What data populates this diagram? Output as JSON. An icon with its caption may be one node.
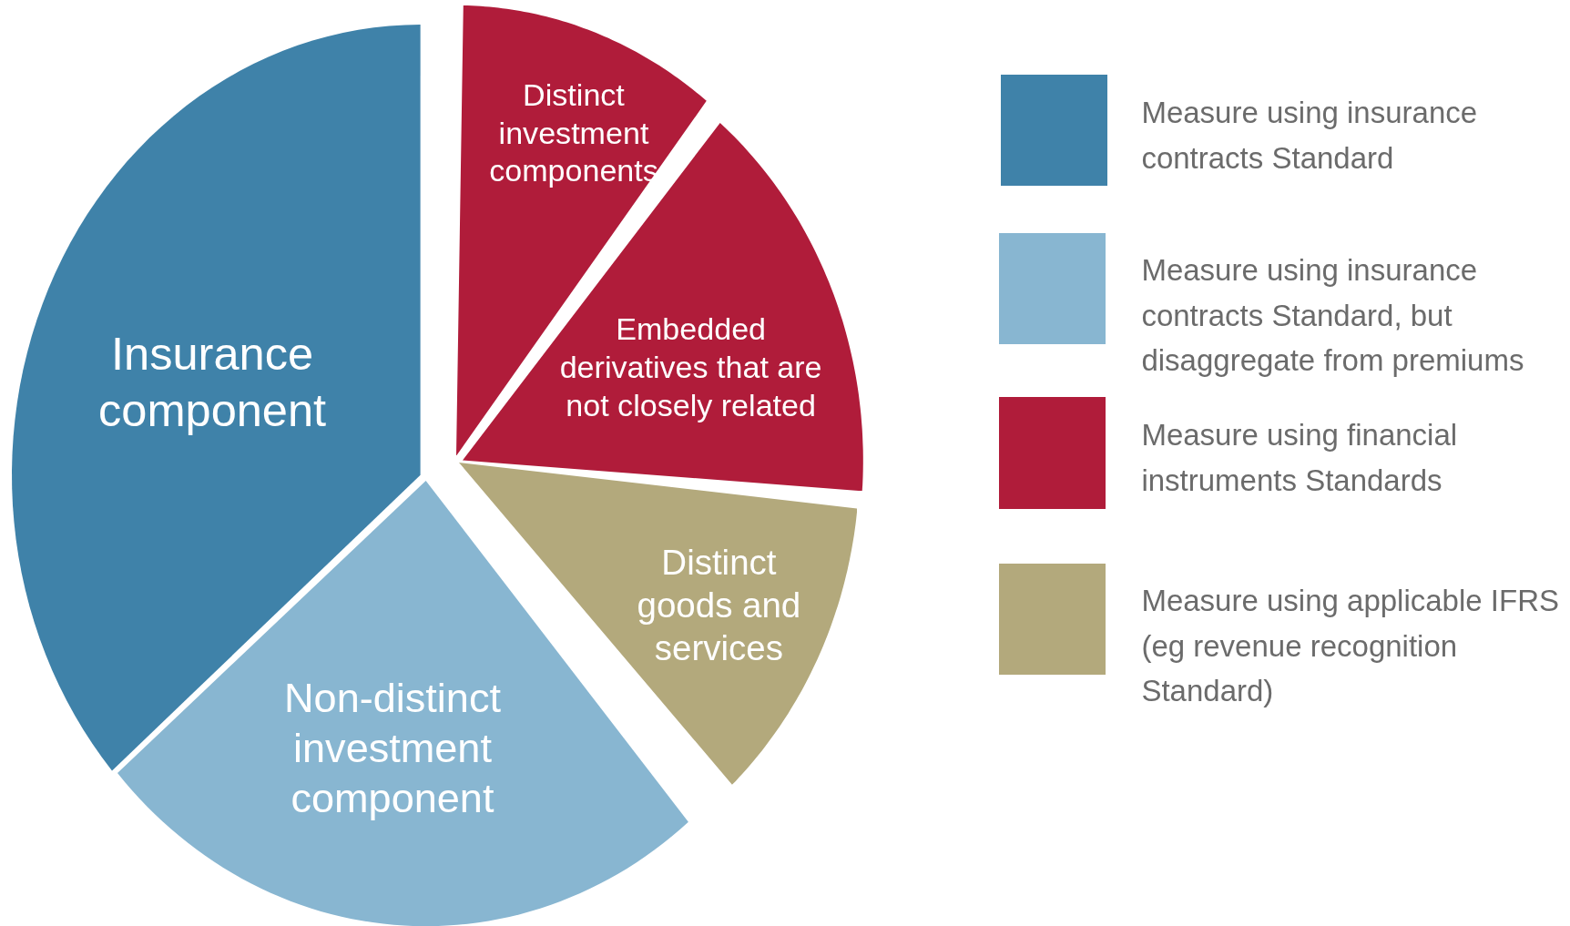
{
  "diagram": {
    "nodes": [
      {
        "text": [
          "Insurance component"
        ]
      },
      {
        "text": [
          "Non-distinct investment component"
        ]
      },
      {
        "text": [
          "Distinct investment components"
        ]
      },
      {
        "text": [
          "Embedded derivatives that are not closely related"
        ]
      },
      {
        "text": [
          "Distinct goods and services"
        ]
      }
    ],
    "legend": [
      {
        "text": "Measure using insurance contracts Standard",
        "color": "#3f82a9"
      },
      {
        "text": "Measure using insurance contracts Standard, but disaggregate from premiums",
        "color": "#88b6d1"
      },
      {
        "text": "Measure using financial instruments Standards",
        "color": "#b01c3a"
      },
      {
        "text": "Measure using applicable IFRS (eg revenue recognition Standard)",
        "color": "#b3a97c"
      }
    ]
  }
}
